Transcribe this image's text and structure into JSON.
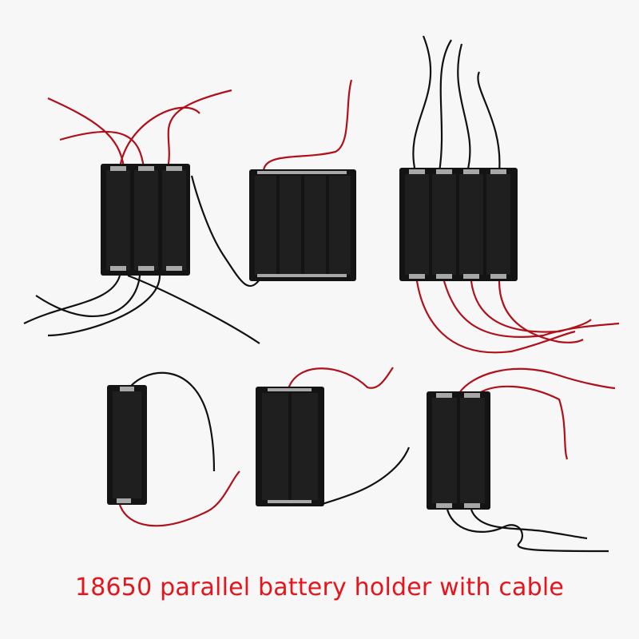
{
  "caption": "18650 parallel battery holder with cable",
  "colors": {
    "background": "#f7f7f7",
    "holder": "#141414",
    "holder_inner": "#1f1f1f",
    "red_wire": "#b0101a",
    "black_wire": "#111111",
    "caption": "#e8141b"
  },
  "holders": [
    {
      "name": "3-slot holder",
      "slots": 3
    },
    {
      "name": "4-slot holder",
      "slots": 4
    },
    {
      "name": "4-slot holder with separate cables",
      "slots": 4
    },
    {
      "name": "1-slot holder",
      "slots": 1
    },
    {
      "name": "2-slot holder",
      "slots": 2
    },
    {
      "name": "2-slot holder with separate cables",
      "slots": 2
    }
  ]
}
